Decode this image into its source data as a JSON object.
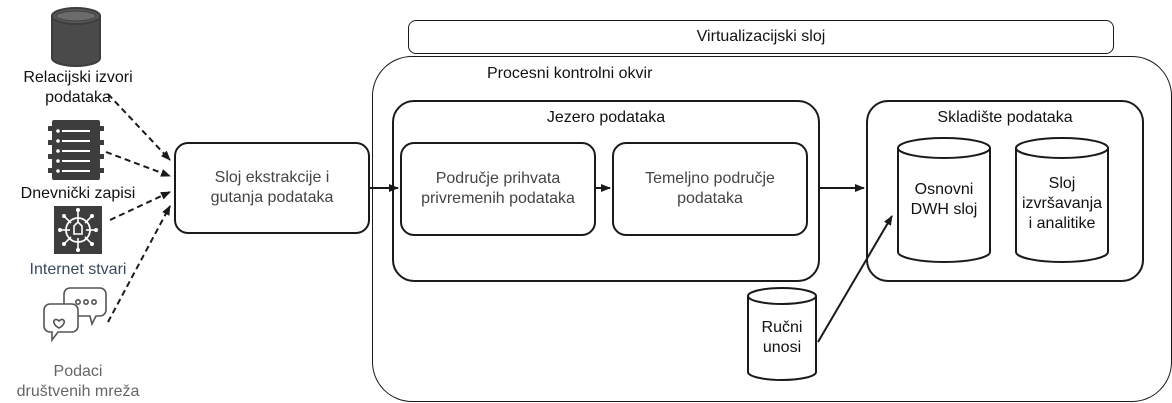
{
  "virtualization_layer": "Virtualizacijski sloj",
  "process_frame": "Procesni kontrolni okvir",
  "sources": {
    "relational": "Relacijski izvori\npodataka",
    "logs": "Dnevnički zapisi",
    "iot": "Internet stvari",
    "social": "Podaci\ndruštvenih mreža"
  },
  "extraction": "Sloj ekstrakcije i\ngutanja podataka",
  "data_lake": {
    "title": "Jezero podataka",
    "staging": "Područje prihvata\nprivremenih podataka",
    "base": "Temeljno područje\npodataka"
  },
  "warehouse": {
    "title": "Skladište podataka",
    "dwh": "Osnovni\nDWH sloj",
    "exec": "Sloj\nizvršavanja\ni analitike"
  },
  "manual": "Ručni\nunosi",
  "colors": {
    "stroke": "#1a1a1a",
    "iot_text": "#3b4a5e",
    "social_text": "#666666",
    "icon_dark": "#3d3d3d"
  }
}
